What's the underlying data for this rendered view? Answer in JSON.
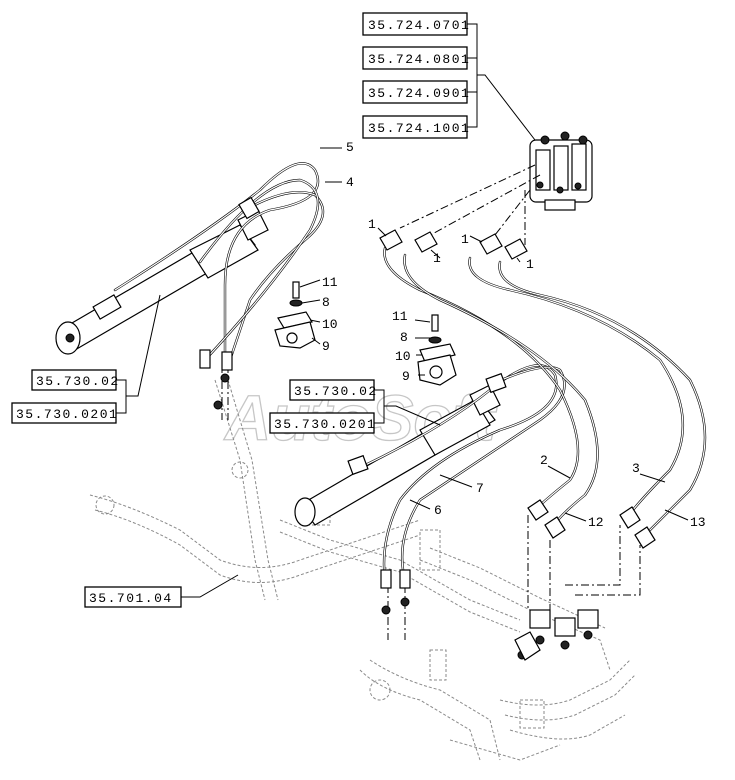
{
  "references": {
    "r1": "35.724.0701",
    "r2": "35.724.0801",
    "r3": "35.724.0901",
    "r4": "35.724.1001",
    "r5": "35.730.02",
    "r6": "35.730.0201",
    "r7": "35.730.02",
    "r8": "35.730.0201",
    "r9": "35.701.04"
  },
  "callouts": {
    "c1a": "1",
    "c1b": "1",
    "c1c": "1",
    "c1d": "1",
    "c2": "2",
    "c3": "3",
    "c4": "4",
    "c5": "5",
    "c6": "6",
    "c7": "7",
    "c8a": "8",
    "c8b": "8",
    "c9a": "9",
    "c9b": "9",
    "c10a": "10",
    "c10b": "10",
    "c11a": "11",
    "c11b": "11",
    "c12": "12",
    "c13": "13"
  },
  "watermark": "AutoSoft"
}
